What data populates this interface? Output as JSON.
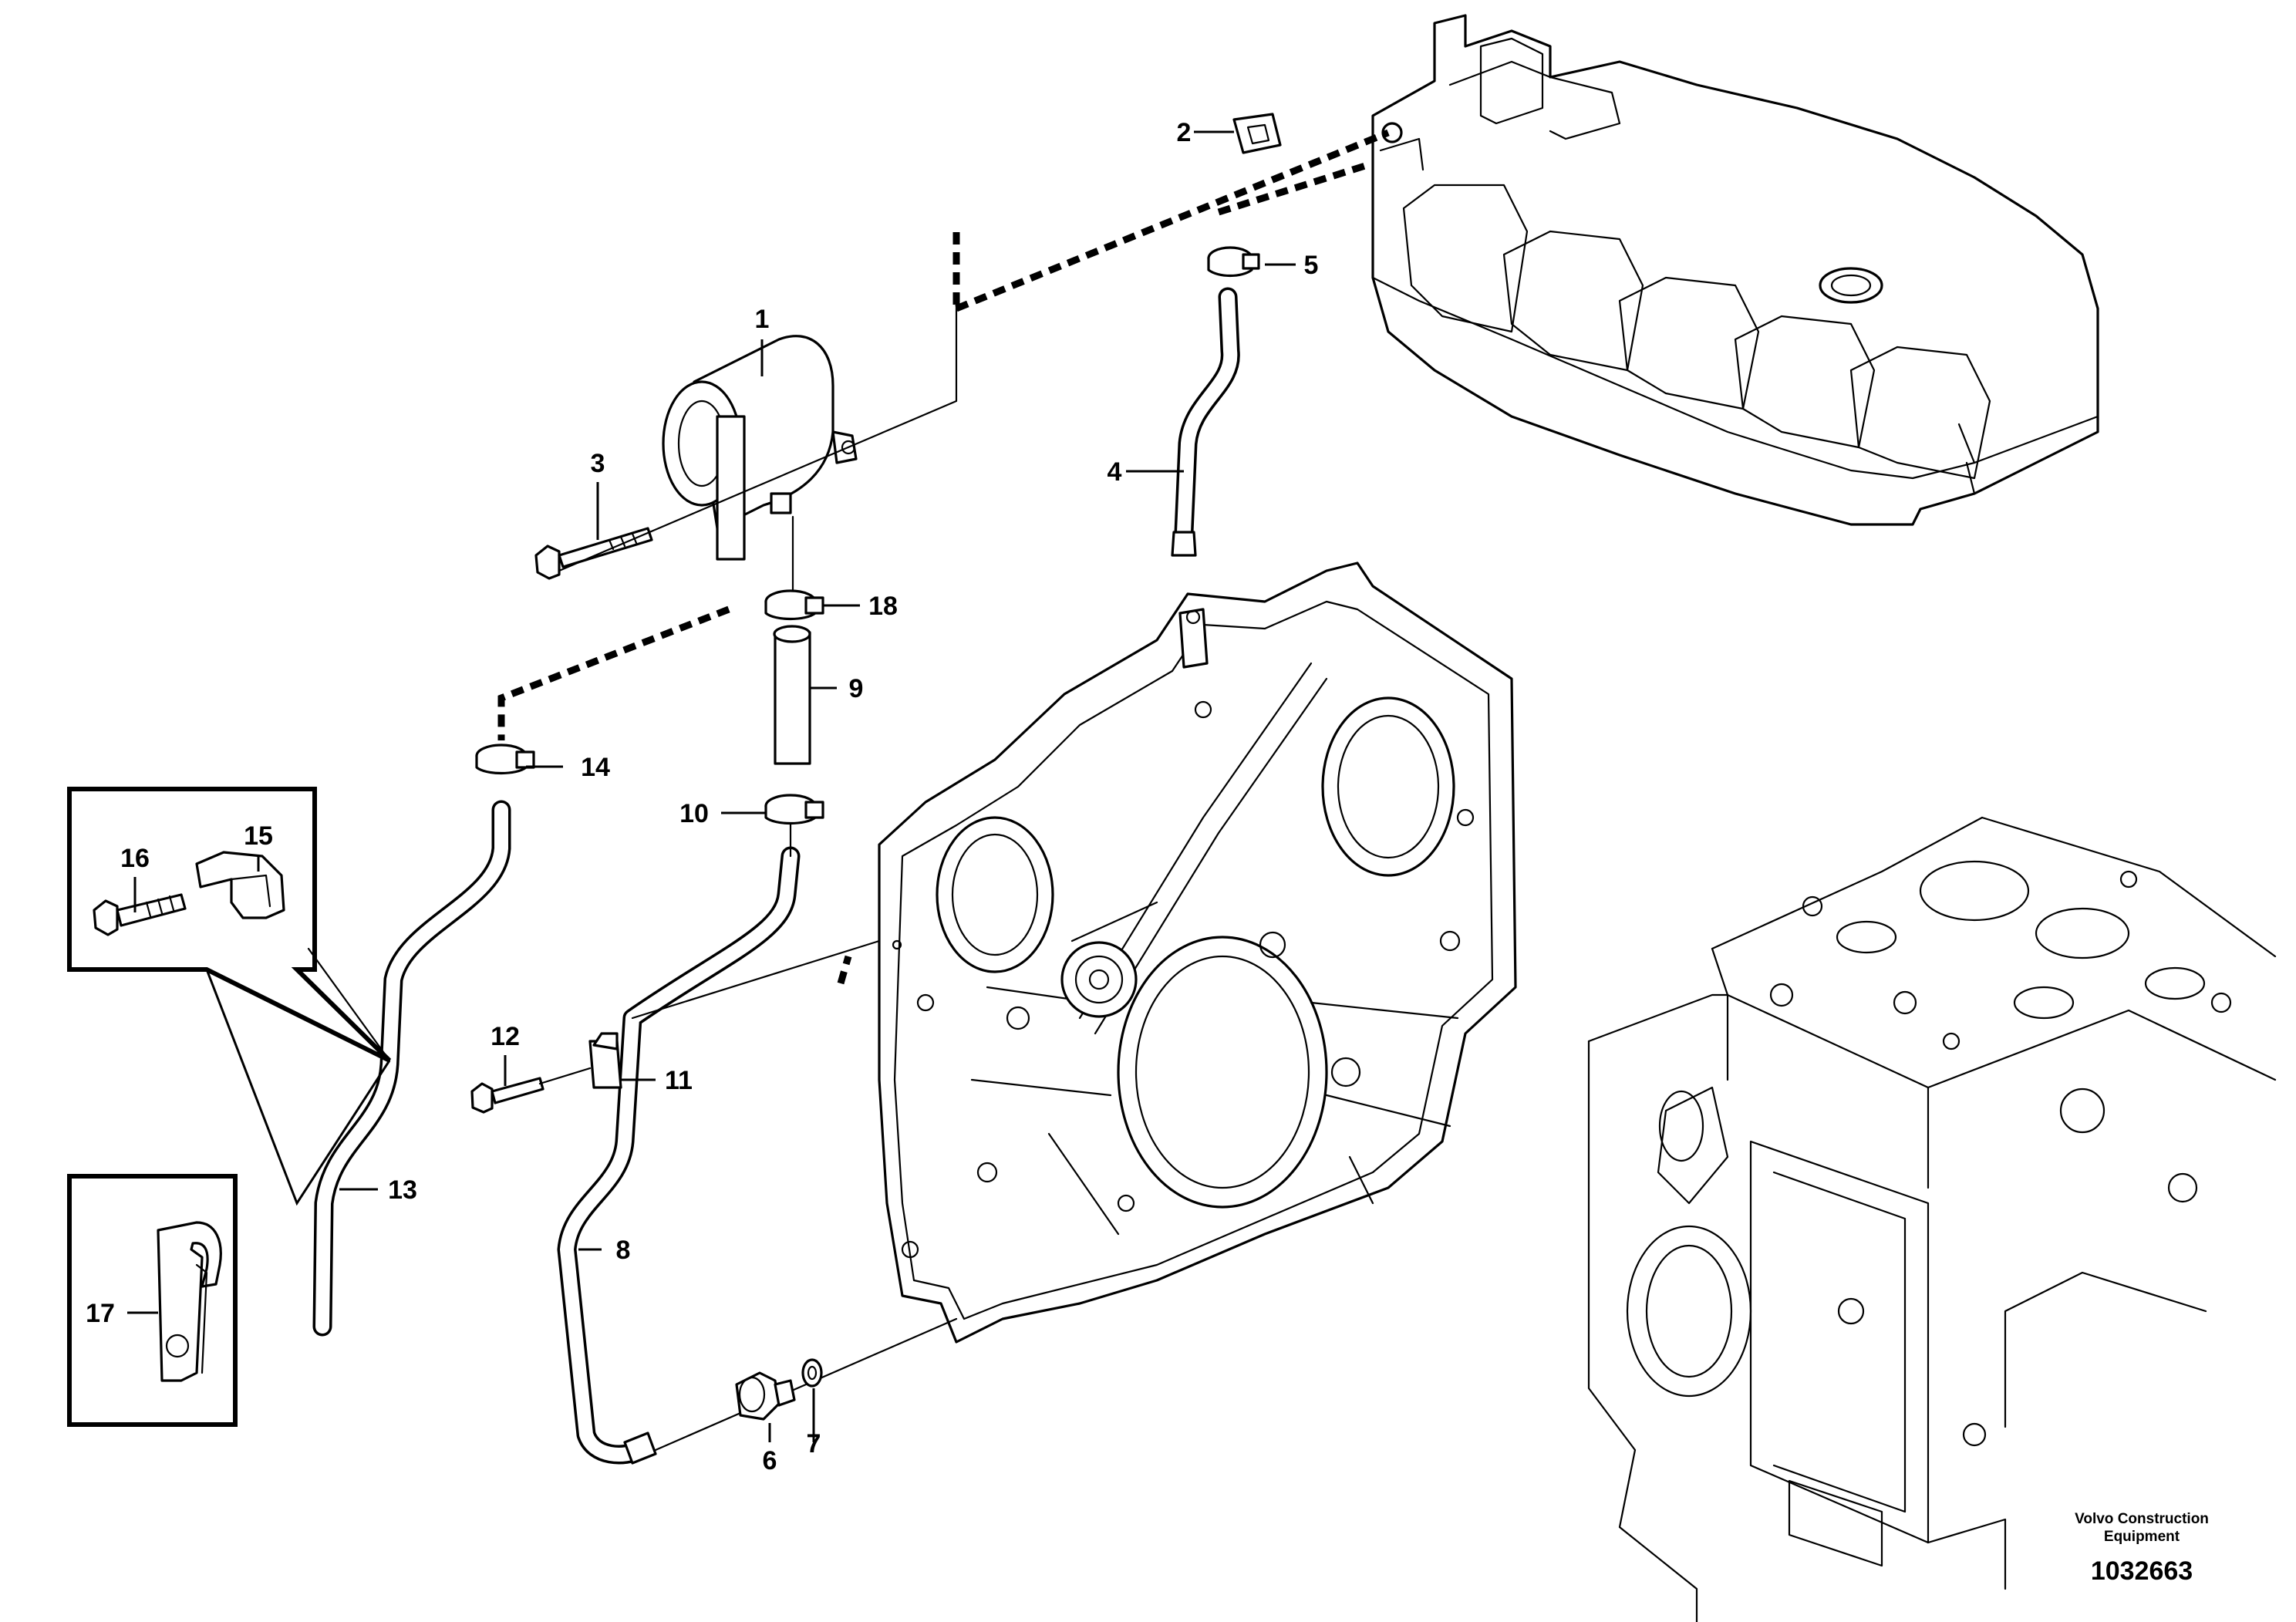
{
  "callouts": {
    "c1": "1",
    "c2": "2",
    "c3": "3",
    "c4": "4",
    "c5": "5",
    "c6": "6",
    "c7": "7",
    "c8": "8",
    "c9": "9",
    "c10": "10",
    "c11": "11",
    "c12": "12",
    "c13": "13",
    "c14": "14",
    "c15": "15",
    "c16": "16",
    "c17": "17",
    "c18": "18"
  },
  "footer": {
    "brand_line1": "Volvo Construction",
    "brand_line2": "Equipment",
    "doc_number": "1032663"
  }
}
